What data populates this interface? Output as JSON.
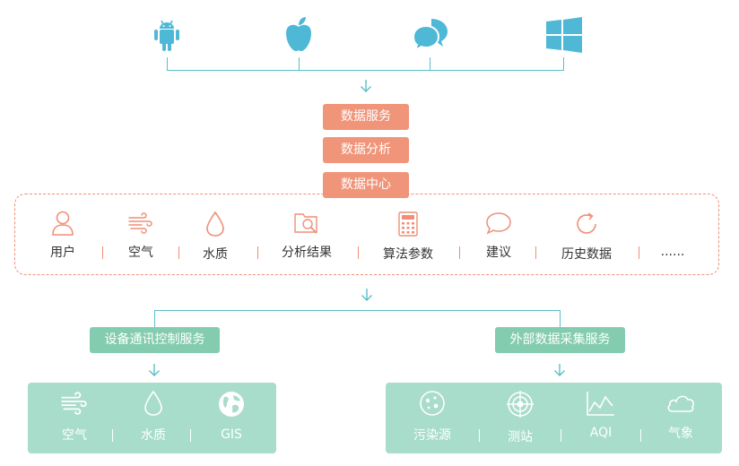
{
  "colors": {
    "teal": "#5bbfc6",
    "orange": "#f0957a",
    "green_tag": "#84ccb0",
    "green_box": "#a8dccb"
  },
  "platforms": [
    {
      "icon": "android-icon"
    },
    {
      "icon": "apple-icon"
    },
    {
      "icon": "chat-icon"
    },
    {
      "icon": "windows-icon"
    }
  ],
  "services": [
    "数据服务",
    "数据分析",
    "数据中心"
  ],
  "center": {
    "items": [
      {
        "label": "用户",
        "icon": "user-icon"
      },
      {
        "label": "空气",
        "icon": "wind-icon"
      },
      {
        "label": "水质",
        "icon": "drop-icon"
      },
      {
        "label": "分析结果",
        "icon": "folder-search-icon"
      },
      {
        "label": "算法参数",
        "icon": "calculator-icon"
      },
      {
        "label": "建议",
        "icon": "speech-bubble-icon"
      },
      {
        "label": "历史数据",
        "icon": "refresh-icon"
      },
      {
        "label": "......",
        "icon": ""
      }
    ]
  },
  "left_branch": {
    "title": "设备通讯控制服务",
    "items": [
      {
        "label": "空气",
        "icon": "wind-icon"
      },
      {
        "label": "水质",
        "icon": "drop-icon"
      },
      {
        "label": "GIS",
        "icon": "globe-icon"
      }
    ]
  },
  "right_branch": {
    "title": "外部数据采集服务",
    "items": [
      {
        "label": "污染源",
        "icon": "pollution-icon"
      },
      {
        "label": "测站",
        "icon": "target-icon"
      },
      {
        "label": "AQI",
        "icon": "line-chart-icon"
      },
      {
        "label": "气象",
        "icon": "cloud-icon"
      }
    ]
  }
}
